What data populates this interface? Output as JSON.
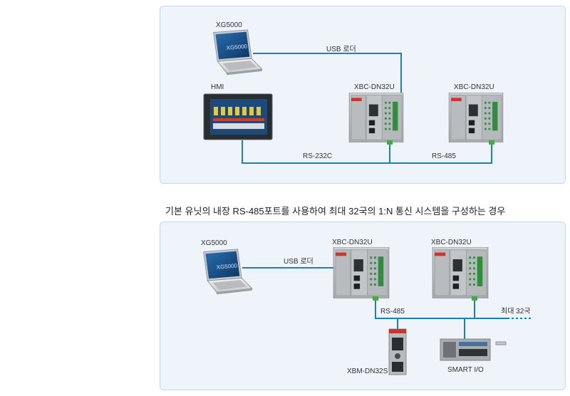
{
  "diagram1": {
    "xg5000_label": "XG5000",
    "laptop_screen_logo": "XG5000",
    "usb_label": "USB 로더",
    "hmi_label": "HMI",
    "plc1_label": "XBC-DN32U",
    "plc2_label": "XBC-DN32U",
    "rs232_label": "RS-232C",
    "rs485_label": "RS-485"
  },
  "caption": "기본 유닛의 내장 RS-485포트를 사용하여 최대 32국의 1:N 통신 시스템을 구성하는 경우",
  "diagram2": {
    "xg5000_label": "XG5000",
    "laptop_screen_logo": "XG5000",
    "usb_label": "USB 로더",
    "plc1_label": "XBC-DN32U",
    "plc2_label": "XBC-DN32U",
    "rs485_label": "RS-485",
    "max_label": "최대 32국",
    "xbm_label": "XBM-DN32S",
    "smartio_label": "SMART I/O"
  },
  "colors": {
    "link": "#1a7fc1",
    "panel_bg": "#eef4fa",
    "panel_border": "#c5d8ea"
  }
}
